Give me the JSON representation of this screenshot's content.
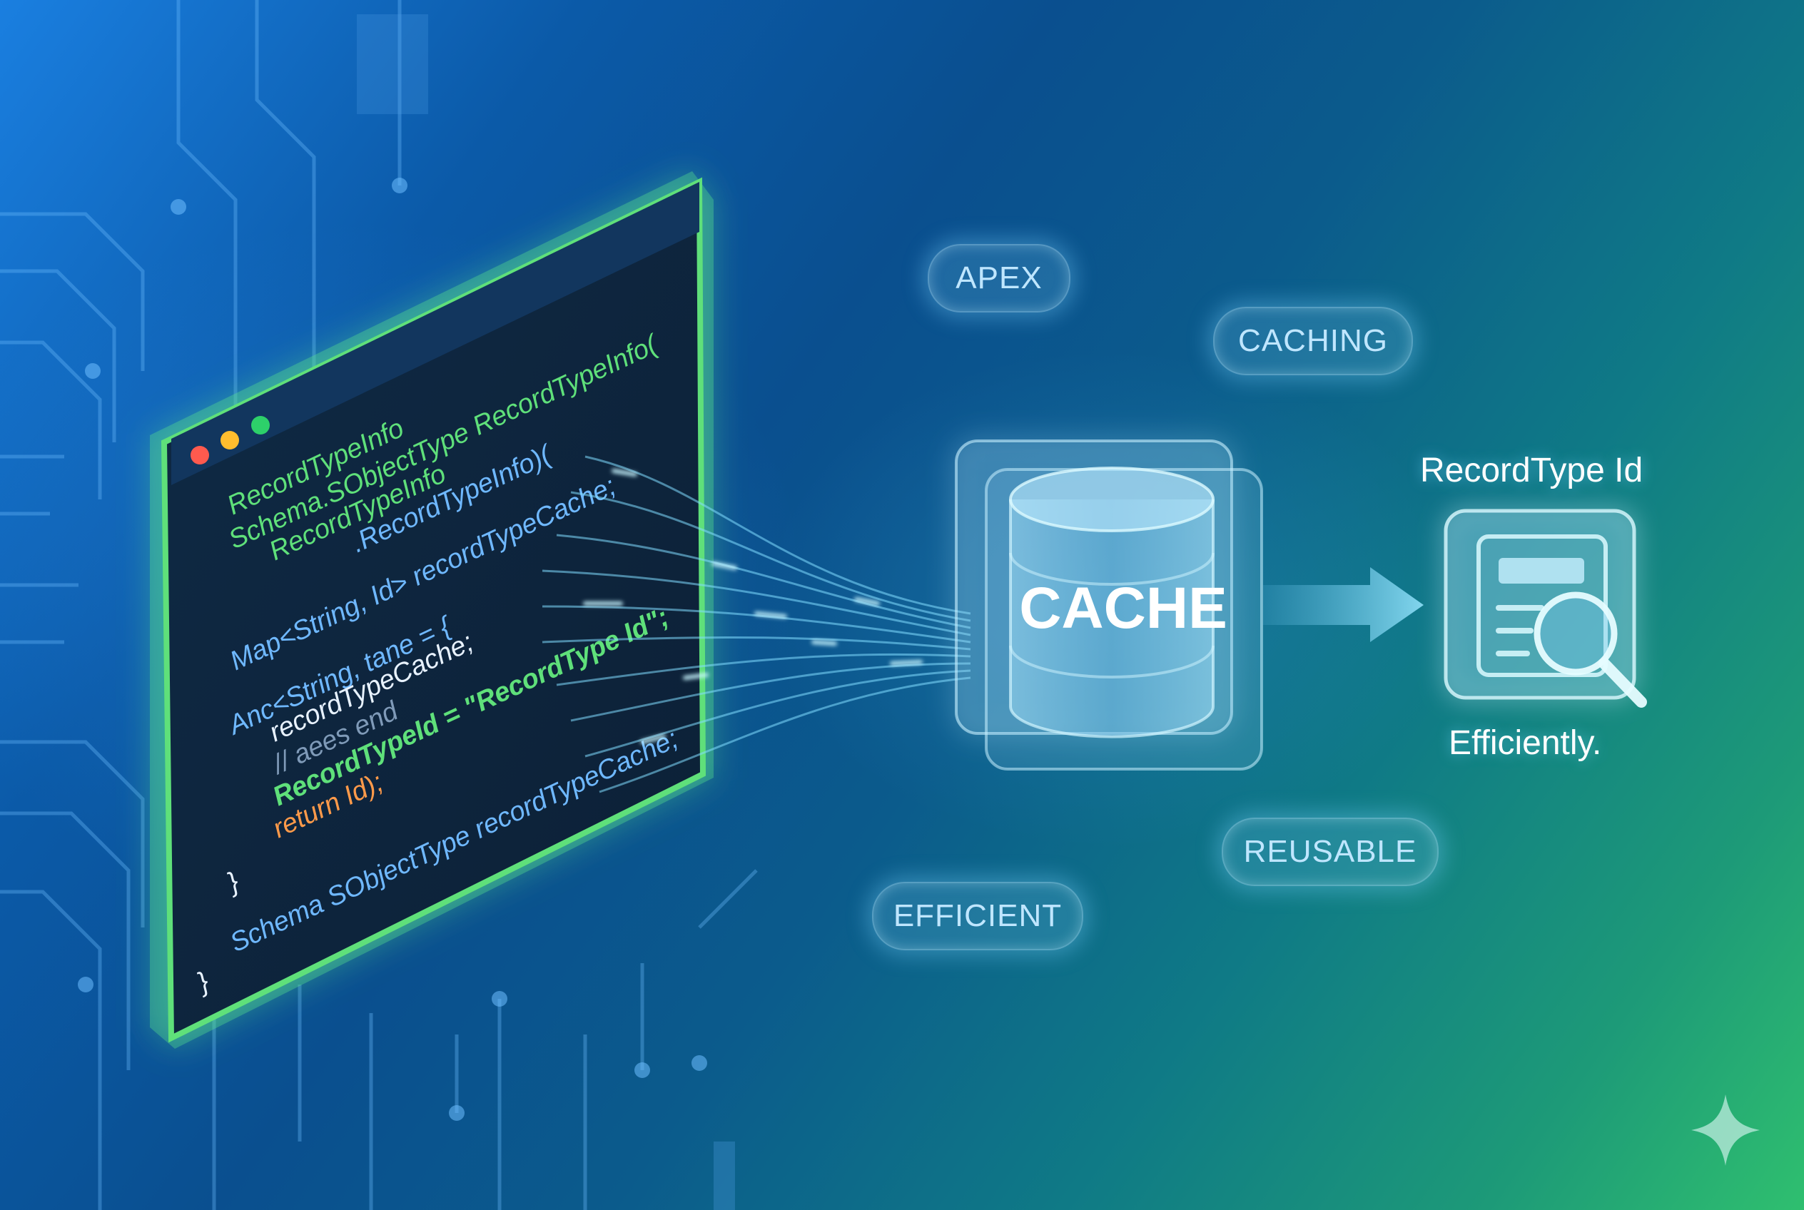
{
  "code_window": {
    "lines": [
      "RecordTypeInfo",
      "Schema.SObjectType RecordTypeInfo(",
      "RecordTypeInfo",
      ".RecordTypeInfo)(",
      "Map<String, Id> recordTypeCache;",
      "Anc<String, tane = {",
      "recordTypeCache;",
      "// aees end",
      "RecordTypeId = \"RecordType Id\";",
      "return Id);",
      "}",
      "Schema SObjectType recordTypeCache;",
      "}"
    ]
  },
  "tags": {
    "apex": "APEX",
    "caching": "CACHING",
    "reusable": "REUSABLE",
    "efficient": "EFFICIENT"
  },
  "cache": {
    "label": "CACHE"
  },
  "recordtype": {
    "title": "RecordType Id",
    "subtitle": "Efficiently."
  },
  "colors": {
    "code_green": "#5fe07a",
    "code_blue": "#6fb8ff",
    "code_orange": "#ff9a4a",
    "accent_cyan": "#7fe0ff"
  }
}
